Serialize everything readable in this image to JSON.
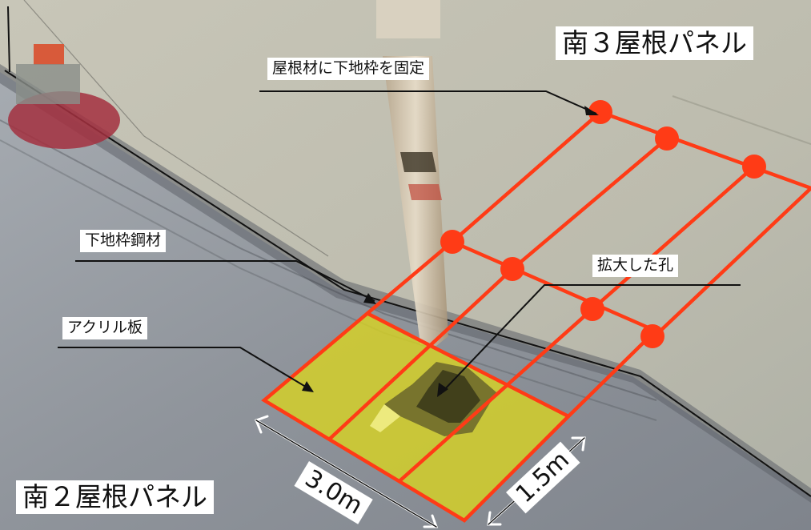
{
  "scene": "roof-damage-repair-diagram",
  "labels": {
    "south3_panel": "南３屋根パネル",
    "south2_panel": "南２屋根パネル",
    "fix_frame": "屋根材に下地枠を固定",
    "steel_frame": "下地枠鋼材",
    "enlarged_hole": "拡大した孔",
    "acrylic_plate": "アクリル板"
  },
  "dimensions": {
    "length": "3.0m",
    "width": "1.5m"
  },
  "colors": {
    "frame_line": "#ff3b16",
    "acrylic_fill": "#d8d322",
    "label_bg": "#ffffff",
    "roof_light": "#c9c7b6",
    "roof_dark": "#8f949b"
  }
}
